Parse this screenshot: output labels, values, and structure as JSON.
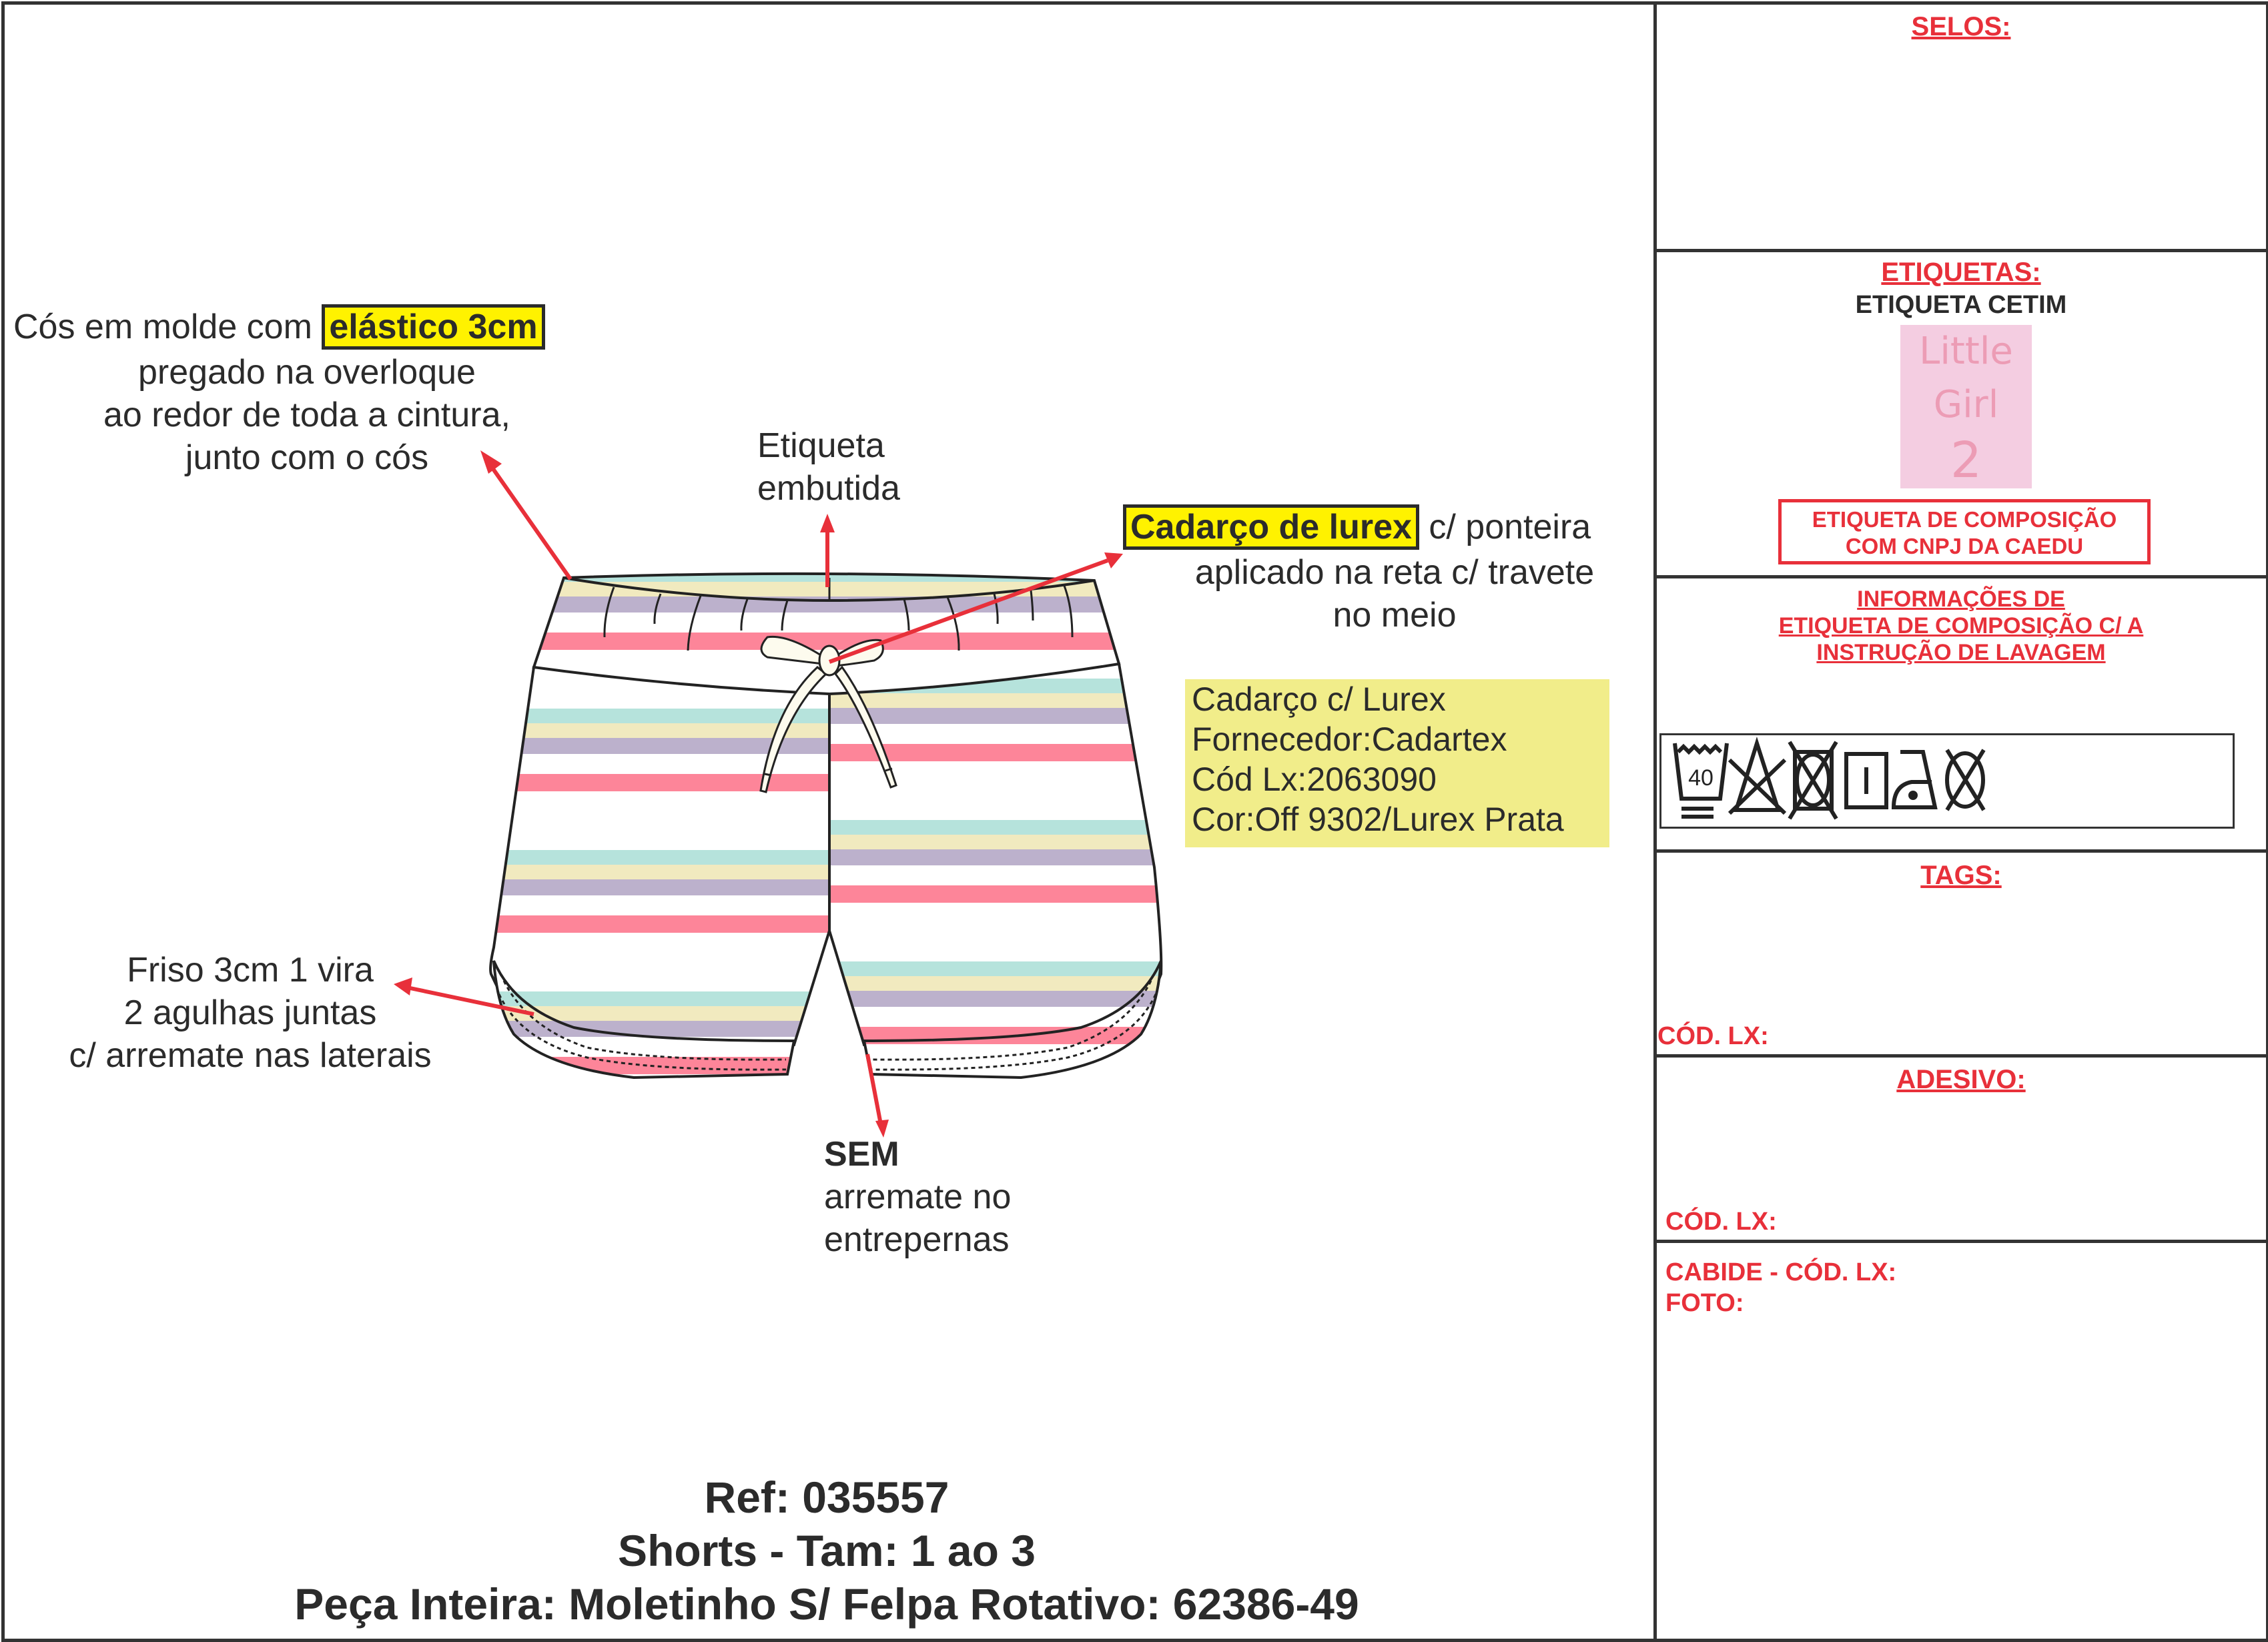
{
  "main": {
    "annotations": {
      "waistband": {
        "prefix": "Cós em molde com",
        "highlight": "elástico 3cm",
        "lines": [
          "pregado na overloque",
          "ao redor de toda a cintura,",
          "junto com o cós"
        ]
      },
      "label": {
        "lines": [
          "Etiqueta",
          "embutida"
        ]
      },
      "drawstring": {
        "highlight": "Cadarço de lurex",
        "suffix": "c/ ponteira",
        "lines": [
          "aplicado na reta c/ travete",
          "no meio"
        ]
      },
      "hem": {
        "lines": [
          "Friso 3cm 1 vira",
          "2 agulhas juntas",
          "c/ arremate nas laterais"
        ]
      },
      "crotch": {
        "bold": "SEM",
        "lines": [
          "arremate no",
          "entrepernas"
        ]
      }
    },
    "supplier_box": {
      "lines": [
        "Cadarço c/ Lurex",
        "Fornecedor:Cadartex",
        "Cód Lx:2063090",
        "Cor:Off 9302/Lurex Prata"
      ],
      "color": "#f1ed8a"
    },
    "footer": {
      "ref": "Ref: 035557",
      "product": "Shorts - Tam: 1 ao 3",
      "fabric": "Peça Inteira: Moletinho S/ Felpa Rotativo: 62386-49"
    },
    "stripe_colors": {
      "mint": "#b6e3dc",
      "yellow": "#f1eabf",
      "lavender": "#bcb1cc",
      "pink": "#fd8599",
      "white": "#ffffff"
    },
    "accent_red": "#e8303a",
    "highlight_yellow": "#fff200"
  },
  "right_panel": {
    "selos": {
      "title": "SELOS:"
    },
    "etiquetas": {
      "title": "ETIQUETAS:",
      "subtitle": "ETIQUETA CETIM",
      "label_art": {
        "line1": "Little",
        "line2": "Girl",
        "size": "2"
      },
      "composition_box": [
        "ETIQUETA DE COMPOSIÇÃO",
        "COM CNPJ DA CAEDU"
      ]
    },
    "info": {
      "title_lines": [
        "INFORMAÇÕES DE",
        "ETIQUETA DE COMPOSIÇÃO C/ A",
        "INSTRUÇÃO DE LAVAGEM"
      ],
      "care_symbols": [
        {
          "icon": "wash-40-gentle-icon",
          "text": "40"
        },
        {
          "icon": "do-not-bleach-icon"
        },
        {
          "icon": "do-not-tumble-dry-icon"
        },
        {
          "icon": "line-dry-icon"
        },
        {
          "icon": "iron-low-icon"
        },
        {
          "icon": "do-not-dry-clean-icon"
        }
      ]
    },
    "tags": {
      "title": "TAGS:",
      "code_label": "CÓD. LX:"
    },
    "adesivo": {
      "title": "ADESIVO:",
      "code_label": "CÓD. LX:"
    },
    "cabide": {
      "line1": "CABIDE - CÓD. LX:",
      "line2": "FOTO:"
    }
  }
}
